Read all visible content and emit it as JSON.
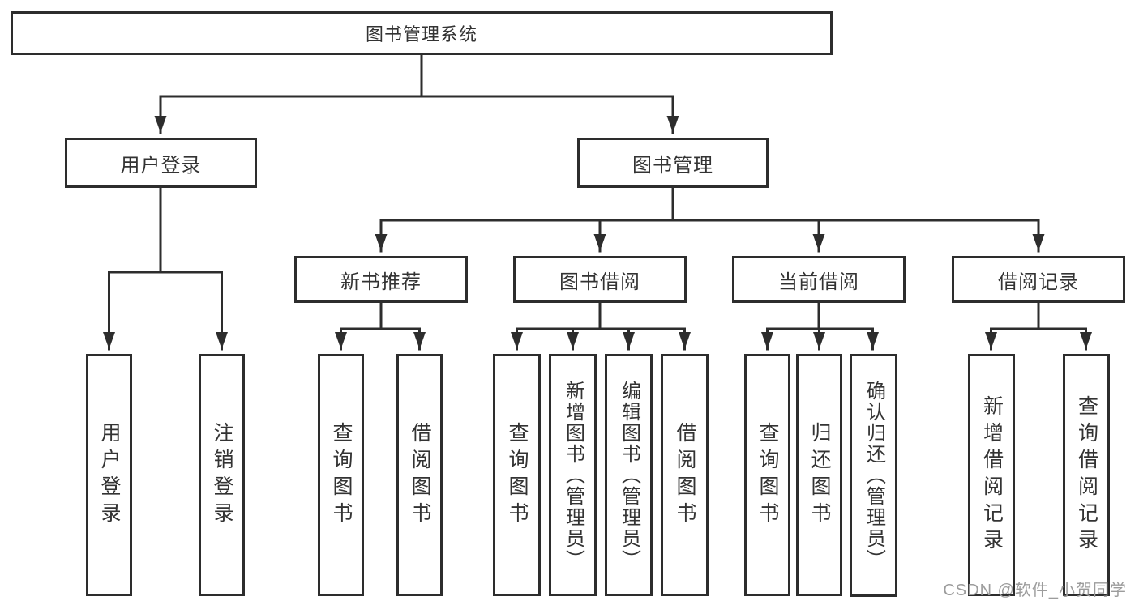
{
  "colors": {
    "line": "#2d2d2d",
    "box_border": "#2d2d2d",
    "text": "#333333",
    "background": "#ffffff",
    "watermark": "#9c9c9c"
  },
  "watermark": {
    "text": "CSDN @软件_小贺同学"
  },
  "tree": {
    "root": {
      "label": "图书管理系统"
    },
    "branches": [
      {
        "label": "用户登录",
        "leaves": [
          {
            "label": "用户登录"
          },
          {
            "label": "注销登录"
          }
        ]
      },
      {
        "label": "图书管理",
        "groups": [
          {
            "label": "新书推荐",
            "leaves": [
              {
                "label": "查询图书"
              },
              {
                "label": "借阅图书"
              }
            ]
          },
          {
            "label": "图书借阅",
            "leaves": [
              {
                "label": "查询图书"
              },
              {
                "label": "新增图书（管理员）"
              },
              {
                "label": "编辑图书（管理员）"
              },
              {
                "label": "借阅图书"
              }
            ]
          },
          {
            "label": "当前借阅",
            "leaves": [
              {
                "label": "查询图书"
              },
              {
                "label": "归还图书"
              },
              {
                "label": "确认归还（管理员）"
              }
            ]
          },
          {
            "label": "借阅记录",
            "leaves": [
              {
                "label": "新增借阅记录"
              },
              {
                "label": "查询借阅记录"
              }
            ]
          }
        ]
      }
    ]
  }
}
